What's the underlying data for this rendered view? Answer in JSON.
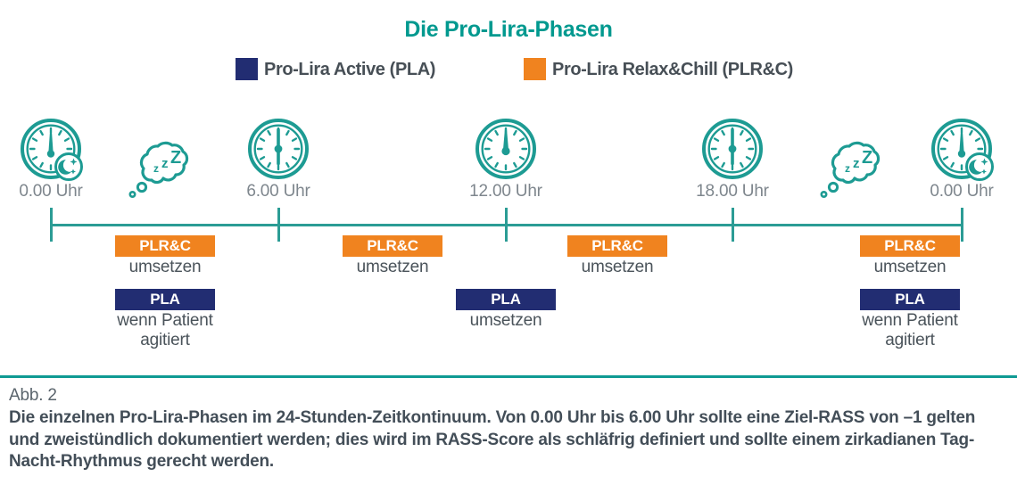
{
  "title": "Die Pro-Lira-Phasen",
  "colors": {
    "teal": "#0f9a93",
    "navy": "#222d72",
    "orange": "#f0831f",
    "label_gray": "#7e868d",
    "text_dark": "#434e58"
  },
  "legend": {
    "items": [
      {
        "label": "Pro-Lira Active (PLA)",
        "color": "#222d72"
      },
      {
        "label": "Pro-Lira Relax&Chill (PLR&C)",
        "color": "#f0831f"
      }
    ]
  },
  "timeline": {
    "clocks": [
      {
        "label": "0.00 Uhr",
        "type": "midnight-moon"
      },
      {
        "label": "6.00 Uhr",
        "type": "six-oclock"
      },
      {
        "label": "12.00 Uhr",
        "type": "twelve-oclock"
      },
      {
        "label": "18.00 Uhr",
        "type": "six-oclock"
      },
      {
        "label": "0.00 Uhr",
        "type": "midnight-moon"
      }
    ],
    "sleep_bubble_text": "zzZ"
  },
  "phases": [
    {
      "badge": "PLR&C",
      "note": "umsetzen"
    },
    {
      "badge": "PLA",
      "note": "wenn Patient agitiert"
    },
    {
      "badge": "PLR&C",
      "note": "umsetzen"
    },
    {
      "badge": "PLA",
      "note": "umsetzen"
    },
    {
      "badge": "PLR&C",
      "note": "umsetzen"
    },
    {
      "badge": "PLR&C",
      "note": "umsetzen"
    },
    {
      "badge": "PLA",
      "note": "wenn Patient agitiert"
    }
  ],
  "caption": {
    "label": "Abb. 2",
    "text": "Die einzelnen Pro-Lira-Phasen im 24-Stunden-Zeitkontinuum. Von 0.00 Uhr bis 6.00 Uhr sollte eine Ziel-RASS von –1 gelten und zweistündlich dokumentiert werden; dies wird im RASS-Score als schläfrig definiert und sollte einem zirkadianen Tag-Nacht-Rhythmus gerecht werden."
  }
}
